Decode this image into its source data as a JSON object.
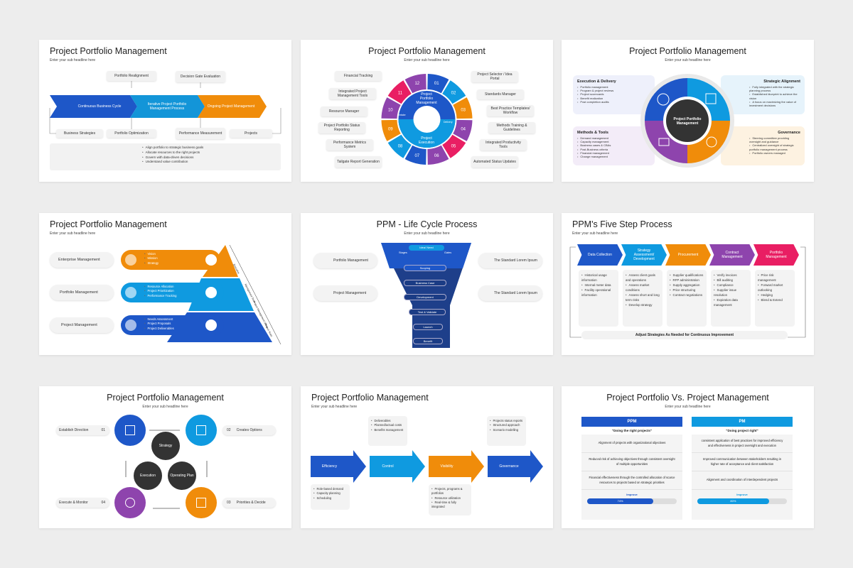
{
  "sub": "Enter your sub headline here",
  "s1": {
    "title": "Project Portfolio Management",
    "top": [
      "Portfolio Realignment",
      "Decision Gate Evaluation"
    ],
    "arrows": [
      "Continuous Business Cycle",
      "Iterative Project Portfolio Management Process",
      "Ongoing Project Management"
    ],
    "bottom": [
      "Business Strategies",
      "Portfolio Optimization",
      "Performance Measurement",
      "Projects"
    ],
    "bullets": [
      "Align portfolio to strategic business goals",
      "Allocate resources to the right projects",
      "Govern with data-driven decisions",
      "Understand value contribution"
    ]
  },
  "s2": {
    "title": "Project Portfolio Management",
    "left": [
      "Financial Tracking",
      "Integrated Project Management Tools",
      "Resource Manager",
      "Project Portfolio Status Reporting",
      "Performance Metrics System",
      "Tailgate Report Generation"
    ],
    "right": [
      "Project Selector / Idea Portal",
      "Standards Manager",
      "Best Practice Templates/ Workflow",
      "Methods Training & Guidelines",
      "Integrated Productivity Tools",
      "Automated Status Updates"
    ],
    "nums": [
      "01",
      "02",
      "03",
      "04",
      "05",
      "06",
      "07",
      "08",
      "09",
      "10",
      "11",
      "12"
    ],
    "inner_top": "Project Portfolio Management",
    "inner_bottom": "Project Execution",
    "intake": "Intake",
    "delivery": "Delivery"
  },
  "s3": {
    "title": "Project Portfolio Management",
    "center": "Project Portfolio Management",
    "boxes": [
      {
        "title": "Execution & Delivery",
        "items": [
          "Portfolio management",
          "Program & project reviews",
          "Project scorecards",
          "Benefit realization",
          "Post completion audits"
        ]
      },
      {
        "title": "Strategic Alignment",
        "items": [
          "Fully integrated with the strategic planning process",
          "Established blueprint to achieve the vision",
          "A focus on maximizing the value of investment decisions"
        ]
      },
      {
        "title": "Methods & Tools",
        "items": [
          "Demand management",
          "Capacity management",
          "Business cases & CBAs",
          "Post-Business criteria",
          "Financial management",
          "Change management"
        ]
      },
      {
        "title": "Governance",
        "items": [
          "Steering committee providing oversight and guidance",
          "Centralized oversight of strategic portfolio management process",
          "Portfolio owners managed"
        ]
      }
    ]
  },
  "s4": {
    "title": "Project Portfolio Management",
    "levels": [
      {
        "label": "Enterprise Management",
        "items": [
          "Vision",
          "Mission",
          "Strategy"
        ]
      },
      {
        "label": "Portfolio Management",
        "items": [
          "Resource Allocation",
          "Project Prioritization",
          "Performance Tracking"
        ]
      },
      {
        "label": "Project Management",
        "items": [
          "Needs Assessment",
          "Project Proposals",
          "Project Deliverables"
        ]
      }
    ],
    "side": [
      "Executive",
      "Management Team",
      "Project Management Office",
      "Project Team"
    ]
  },
  "s5": {
    "title": "PPM - Life Cycle Process",
    "left": [
      "Portfolio Management",
      "Project Management"
    ],
    "right": [
      "The Standard Lorem Ipsum",
      "The Standard Lorem Ipsum"
    ],
    "stages": [
      "Idea/ Need",
      "Stages",
      "Gates",
      "Scoping",
      "Business Case",
      "Development",
      "Test & Validate",
      "Launch",
      "Benefit"
    ]
  },
  "s6": {
    "title": "PPM's Five Step Process",
    "steps": [
      {
        "label": "Data Collection",
        "items": [
          "Historical usage information",
          "Internal meter data",
          "Facility operational information"
        ]
      },
      {
        "label": "Strategy Assessment/ Development",
        "items": [
          "Assess client goals and operations",
          "Assess market conditions",
          "Assess short and long term risks",
          "Develop strategy"
        ]
      },
      {
        "label": "Procurement",
        "items": [
          "Supplier qualifications",
          "RFP administration",
          "Supply aggregation",
          "Price structuring",
          "Contract negotiations"
        ]
      },
      {
        "label": "Contract Management",
        "items": [
          "Verify invoices",
          "Bill auditing",
          "Compliance",
          "Supplier issue resolution",
          "Expiration data management"
        ]
      },
      {
        "label": "Portfolio Management",
        "items": [
          "Price risk management",
          "Forward market outlooking",
          "Hedging",
          "Blend & Extend"
        ]
      }
    ],
    "footer": "Adjust Strategies As Needed for Continuous Improvement"
  },
  "s7": {
    "title": "Project Portfolio Management",
    "outer": [
      {
        "num": "01",
        "label": "Establish Direction"
      },
      {
        "num": "02",
        "label": "Creates Options"
      },
      {
        "num": "03",
        "label": "Priorities & Decide"
      },
      {
        "num": "04",
        "label": "Execute & Monitor"
      }
    ],
    "inner": [
      "Strategy",
      "Operating Plan",
      "Execution"
    ]
  },
  "s8": {
    "title": "Project Portfolio Management",
    "arrows": [
      "Efficiency",
      "Control",
      "Visibility",
      "Governance"
    ],
    "top": [
      [
        "Deliverables",
        "Planned/actual costs",
        "Benefits management"
      ],
      [
        "Projects status reports",
        "Structured approach",
        "Scenario modelling"
      ]
    ],
    "bottom": [
      [
        "Role-based demand",
        "Capacity planning",
        "Scheduling"
      ],
      [
        "Projects, programs & portfolios",
        "Resource utilization",
        "Real-time & fully integrated"
      ]
    ]
  },
  "s9": {
    "title": "Project Portfolio Vs. Project Management",
    "cols": [
      {
        "head": "PPM",
        "quote": "\"Doing the right projects\"",
        "rows": [
          "Alignment of projects with organizational objectives",
          "Reduced risk of achieving objectives through consistent oversight of multiple opportunities",
          "Financial effectiveness through the controlled allocation of scarce resources to projects based on strategic priorities"
        ],
        "improve": "Improve",
        "pct": "74%"
      },
      {
        "head": "PM",
        "quote": "\"Doing project right\"",
        "rows": [
          "consistent application of best practices for improved efficiency and effectiveness in project oversight and execution",
          "Improved communication between stakeholders resulting in higher rate of acceptance and client satisfaction",
          "Alignment and coordination of interdependent projects"
        ],
        "improve": "Improve",
        "pct": "80%"
      }
    ]
  },
  "colors": {
    "blue": "#1e57c8",
    "cyan": "#0f9ae0",
    "orange": "#f08c0a",
    "purple": "#8e44ad",
    "pink": "#e91e63",
    "navy": "#1b2a5a"
  }
}
